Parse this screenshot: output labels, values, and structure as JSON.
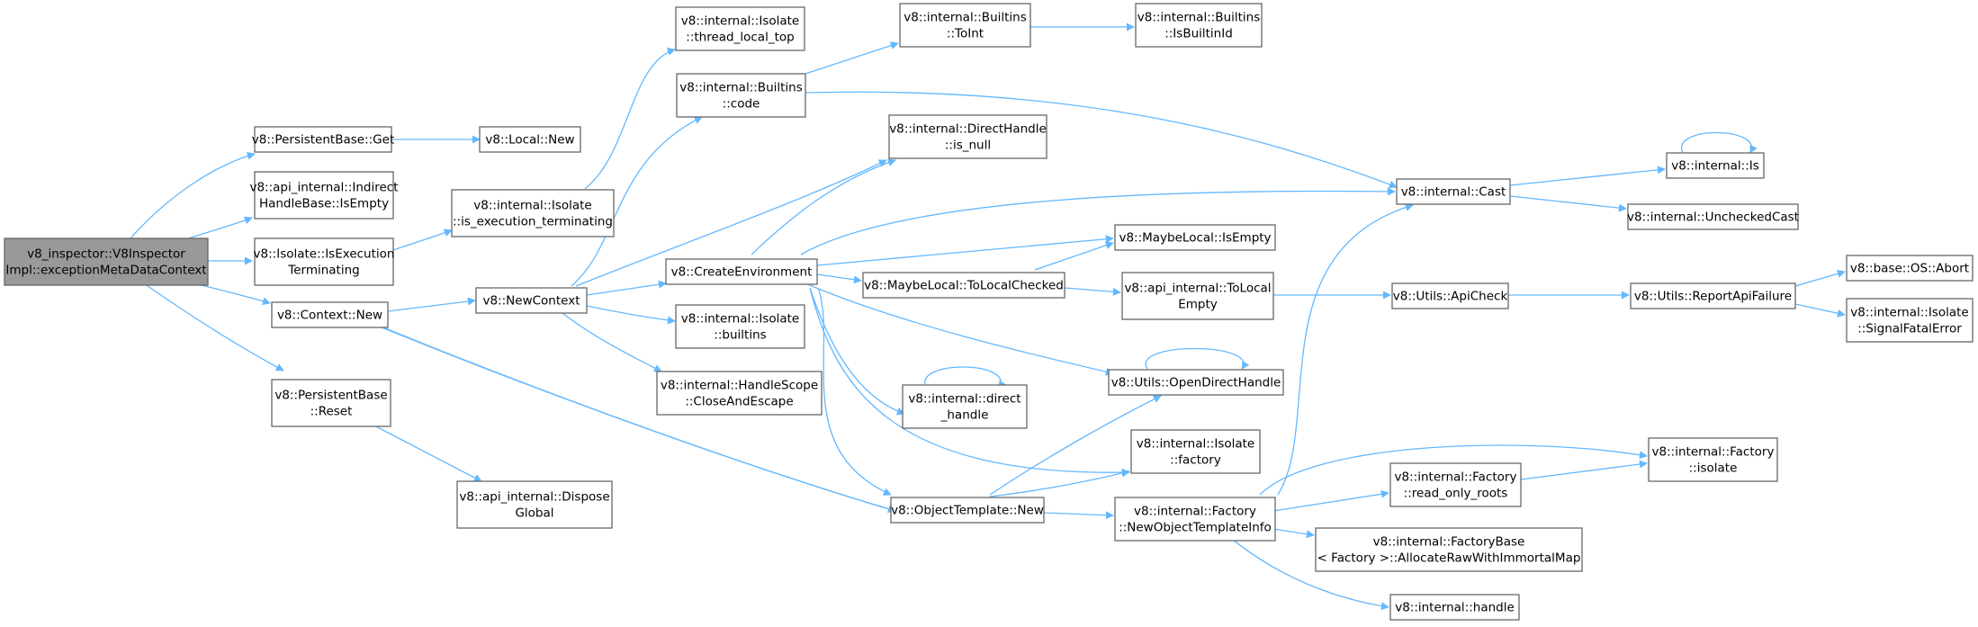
{
  "graph": {
    "edge_color": "#63b8ff",
    "root_fill": "#999999",
    "node_border": "#666666",
    "nodes": [
      {
        "id": "root",
        "lines": [
          "v8_inspector::V8Inspector",
          "Impl::exceptionMetaDataContext"
        ],
        "root": true
      },
      {
        "id": "pbget",
        "lines": [
          "v8::PersistentBase::Get"
        ]
      },
      {
        "id": "localnew",
        "lines": [
          "v8::Local::New"
        ]
      },
      {
        "id": "indirect",
        "lines": [
          "v8::api_internal::Indirect",
          "HandleBase::IsEmpty"
        ]
      },
      {
        "id": "isexec",
        "lines": [
          "v8::Isolate::IsExecution",
          "Terminating"
        ]
      },
      {
        "id": "iexec",
        "lines": [
          "v8::internal::Isolate",
          "::is_execution_terminating"
        ]
      },
      {
        "id": "ctxnew",
        "lines": [
          "v8::Context::New"
        ]
      },
      {
        "id": "newctx",
        "lines": [
          "v8::NewContext"
        ]
      },
      {
        "id": "pbreset",
        "lines": [
          "v8::PersistentBase",
          "::Reset"
        ]
      },
      {
        "id": "dispose",
        "lines": [
          "v8::api_internal::Dispose",
          "Global"
        ]
      },
      {
        "id": "tlt",
        "lines": [
          "v8::internal::Isolate",
          "::thread_local_top"
        ]
      },
      {
        "id": "bcode",
        "lines": [
          "v8::internal::Builtins",
          "::code"
        ]
      },
      {
        "id": "toint",
        "lines": [
          "v8::internal::Builtins",
          "::ToInt"
        ]
      },
      {
        "id": "isbid",
        "lines": [
          "v8::internal::Builtins",
          "::IsBuiltinId"
        ]
      },
      {
        "id": "dhnull",
        "lines": [
          "v8::internal::DirectHandle",
          "::is_null"
        ]
      },
      {
        "id": "cenv",
        "lines": [
          "v8::CreateEnvironment"
        ]
      },
      {
        "id": "ibuiltins",
        "lines": [
          "v8::internal::Isolate",
          "::builtins"
        ]
      },
      {
        "id": "hscope",
        "lines": [
          "v8::internal::HandleScope",
          "::CloseAndEscape"
        ]
      },
      {
        "id": "mltlc",
        "lines": [
          "v8::MaybeLocal::ToLocalChecked"
        ]
      },
      {
        "id": "mlempty",
        "lines": [
          "v8::MaybeLocal::IsEmpty"
        ]
      },
      {
        "id": "tlempty",
        "lines": [
          "v8::api_internal::ToLocal",
          "Empty"
        ]
      },
      {
        "id": "direct",
        "lines": [
          "v8::internal::direct",
          "_handle"
        ]
      },
      {
        "id": "odh",
        "lines": [
          "v8::Utils::OpenDirectHandle"
        ]
      },
      {
        "id": "ifactory",
        "lines": [
          "v8::internal::Isolate",
          "::factory"
        ]
      },
      {
        "id": "otnew",
        "lines": [
          "v8::ObjectTemplate::New"
        ]
      },
      {
        "id": "fnoti",
        "lines": [
          "v8::internal::Factory",
          "::NewObjectTemplateInfo"
        ]
      },
      {
        "id": "cast",
        "lines": [
          "v8::internal::Cast"
        ]
      },
      {
        "id": "is",
        "lines": [
          "v8::internal::Is"
        ]
      },
      {
        "id": "ucast",
        "lines": [
          "v8::internal::UncheckedCast"
        ]
      },
      {
        "id": "apicheck",
        "lines": [
          "v8::Utils::ApiCheck"
        ]
      },
      {
        "id": "raf",
        "lines": [
          "v8::Utils::ReportApiFailure"
        ]
      },
      {
        "id": "abort",
        "lines": [
          "v8::base::OS::Abort"
        ]
      },
      {
        "id": "sfe",
        "lines": [
          "v8::internal::Isolate",
          "::SignalFatalError"
        ]
      },
      {
        "id": "fisolate",
        "lines": [
          "v8::internal::Factory",
          "::isolate"
        ]
      },
      {
        "id": "ror",
        "lines": [
          "v8::internal::Factory",
          "::read_only_roots"
        ]
      },
      {
        "id": "fbase",
        "lines": [
          "v8::internal::FactoryBase",
          "< Factory >::AllocateRawWithImmortalMap"
        ]
      },
      {
        "id": "handle",
        "lines": [
          "v8::internal::handle"
        ]
      }
    ]
  }
}
